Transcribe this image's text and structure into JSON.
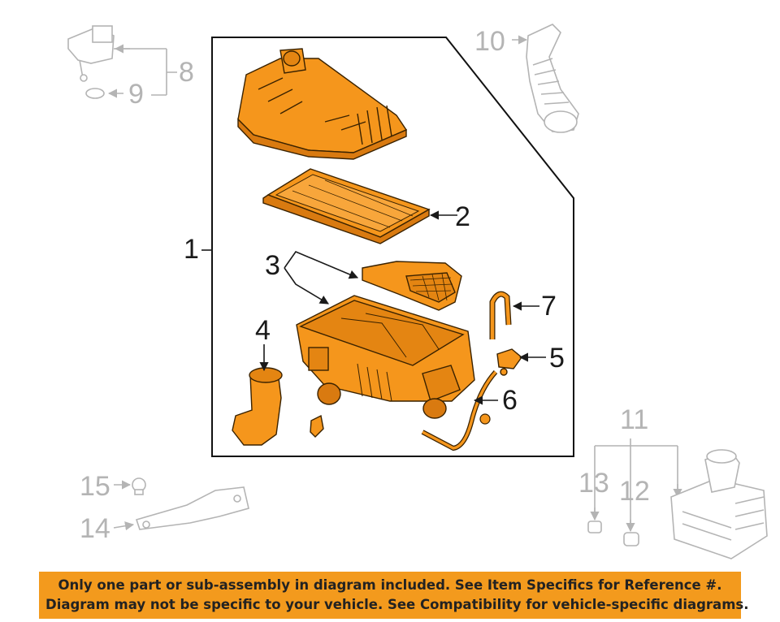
{
  "parts": {
    "p1": "1",
    "p2": "2",
    "p3": "3",
    "p4": "4",
    "p5": "5",
    "p6": "6",
    "p7": "7",
    "p8": "8",
    "p9": "9",
    "p10": "10",
    "p11": "11",
    "p12": "12",
    "p13": "13",
    "p14": "14",
    "p15": "15"
  },
  "notice": {
    "line1": "Only one part or sub-assembly in diagram included. See Item Specifics for Reference #.",
    "line2": "Diagram may not be specific to your vehicle. See Compatibility for vehicle-specific diagrams."
  },
  "colors": {
    "part_fill": "#f5961c",
    "banner": "#f39a1d",
    "ghost": "#b4b4b4"
  }
}
